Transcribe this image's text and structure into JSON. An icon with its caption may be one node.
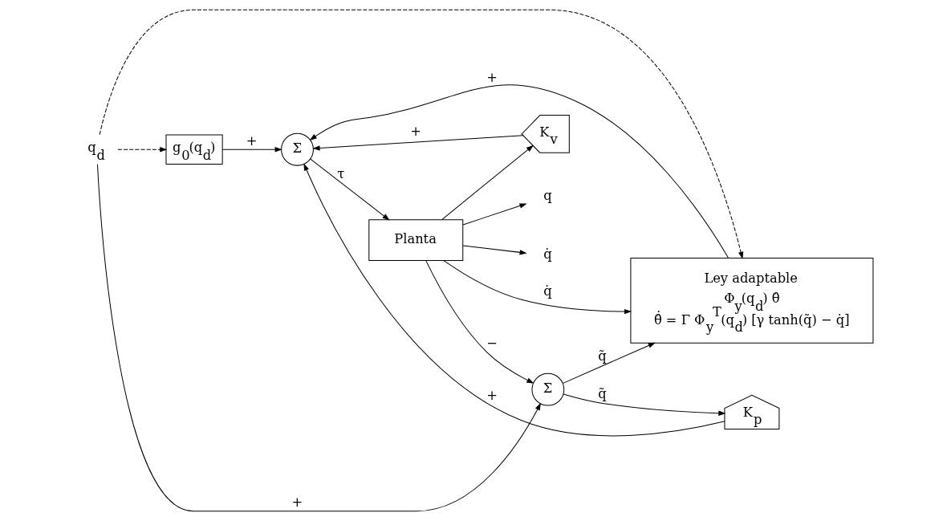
{
  "diagram": {
    "nodes": [
      {
        "text": [
          "g$_{0}$(q$_{d}$)"
        ]
      },
      {
        "text": [
          "Σ"
        ]
      },
      {
        "text": [
          "Planta"
        ]
      },
      {
        "text": [
          "K$_{p}$"
        ]
      },
      {
        "text": [
          "K$_{v}$"
        ]
      },
      {
        "text": [
          "Σ"
        ]
      },
      {
        "text": [
          "Ley adaptable",
          "Φ$_{y}$(q$_{d}$) θ̂",
          "θ̂̇ = Γ Φ$_{y}$$^{T}$(q$_{d}$) [γ tanh(q̃) − q̇]"
        ]
      },
      {
        "text": [
          "q$_{d}$"
        ]
      },
      {
        "text": [
          "q"
        ]
      },
      {
        "text": [
          "q̇"
        ]
      }
    ],
    "edges": [
      {
        "from": 7,
        "to": 0,
        "arrow": "to",
        "style": "dashed"
      },
      {
        "from": 7,
        "to": 6,
        "arrow": "to",
        "style": "dashed"
      },
      {
        "from": 7,
        "to": 5,
        "arrow": "to",
        "label": "+"
      },
      {
        "from": 0,
        "to": 1,
        "arrow": "to",
        "label": "+"
      },
      {
        "from": 6,
        "to": 1,
        "arrow": "to",
        "label": "+"
      },
      {
        "from": 3,
        "to": 1,
        "arrow": "to",
        "label": "+"
      },
      {
        "from": 4,
        "to": 1,
        "arrow": "to",
        "label": "+"
      },
      {
        "from": 1,
        "to": 2,
        "arrow": "to",
        "label": "τ"
      },
      {
        "from": 2,
        "to": 8,
        "arrow": "to"
      },
      {
        "from": 2,
        "to": 9,
        "arrow": "to"
      },
      {
        "from": 2,
        "to": 5,
        "arrow": "to",
        "label": "−"
      },
      {
        "from": 2,
        "to": 4,
        "arrow": "to"
      },
      {
        "from": 2,
        "to": 6,
        "arrow": "to",
        "label": "q̇"
      },
      {
        "from": 5,
        "to": 3,
        "arrow": "to",
        "label": "q̃"
      },
      {
        "from": 5,
        "to": 6,
        "arrow": "to",
        "label": "q̃"
      }
    ]
  }
}
